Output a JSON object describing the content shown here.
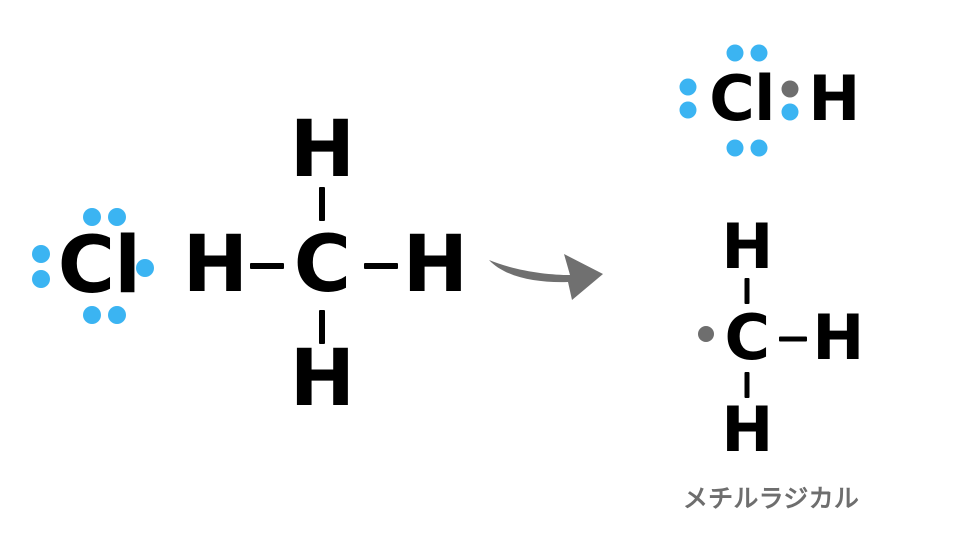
{
  "figure": {
    "type": "lewis-structure-reaction-diagram",
    "background_color": "#ffffff",
    "colors": {
      "atom_label": "#000000",
      "electron_blue": "#3BB4F2",
      "electron_gray": "#6E6E6E",
      "arrow_gray": "#707070",
      "caption_gray": "#6E6E6E"
    }
  },
  "reactants": {
    "chlorine_radical": {
      "symbol": "Cl",
      "lone_pair_top": {
        "left": "•",
        "right": "•"
      },
      "lone_pair_left": {
        "top": "•",
        "bottom": "•"
      },
      "lone_pair_bottom": {
        "left": "•",
        "right": "•"
      },
      "unpaired_electron_right": "•"
    },
    "methane": {
      "center_atom": "C",
      "hydrogen_top": "H",
      "hydrogen_left": "H",
      "hydrogen_right": "H",
      "hydrogen_bottom": "H",
      "bond_glyph": "–"
    }
  },
  "arrow": {
    "label": "reaction-arrow",
    "direction": "right"
  },
  "products": {
    "hydrogen_chloride": {
      "chlorine": "Cl",
      "hydrogen": "H",
      "lone_pair_top": {
        "left": "•",
        "right": "•"
      },
      "lone_pair_left": {
        "top": "•",
        "bottom": "•"
      },
      "lone_pair_bottom": {
        "left": "•",
        "right": "•"
      },
      "bonding_pair": {
        "top_from_carbon": "•",
        "bottom_from_chlorine": "•"
      }
    },
    "methyl_radical": {
      "center_atom": "C",
      "hydrogen_top": "H",
      "hydrogen_right": "H",
      "hydrogen_bottom": "H",
      "radical_electron_left": "•",
      "bond_glyph": "–",
      "caption": "メチルラジカル"
    }
  }
}
